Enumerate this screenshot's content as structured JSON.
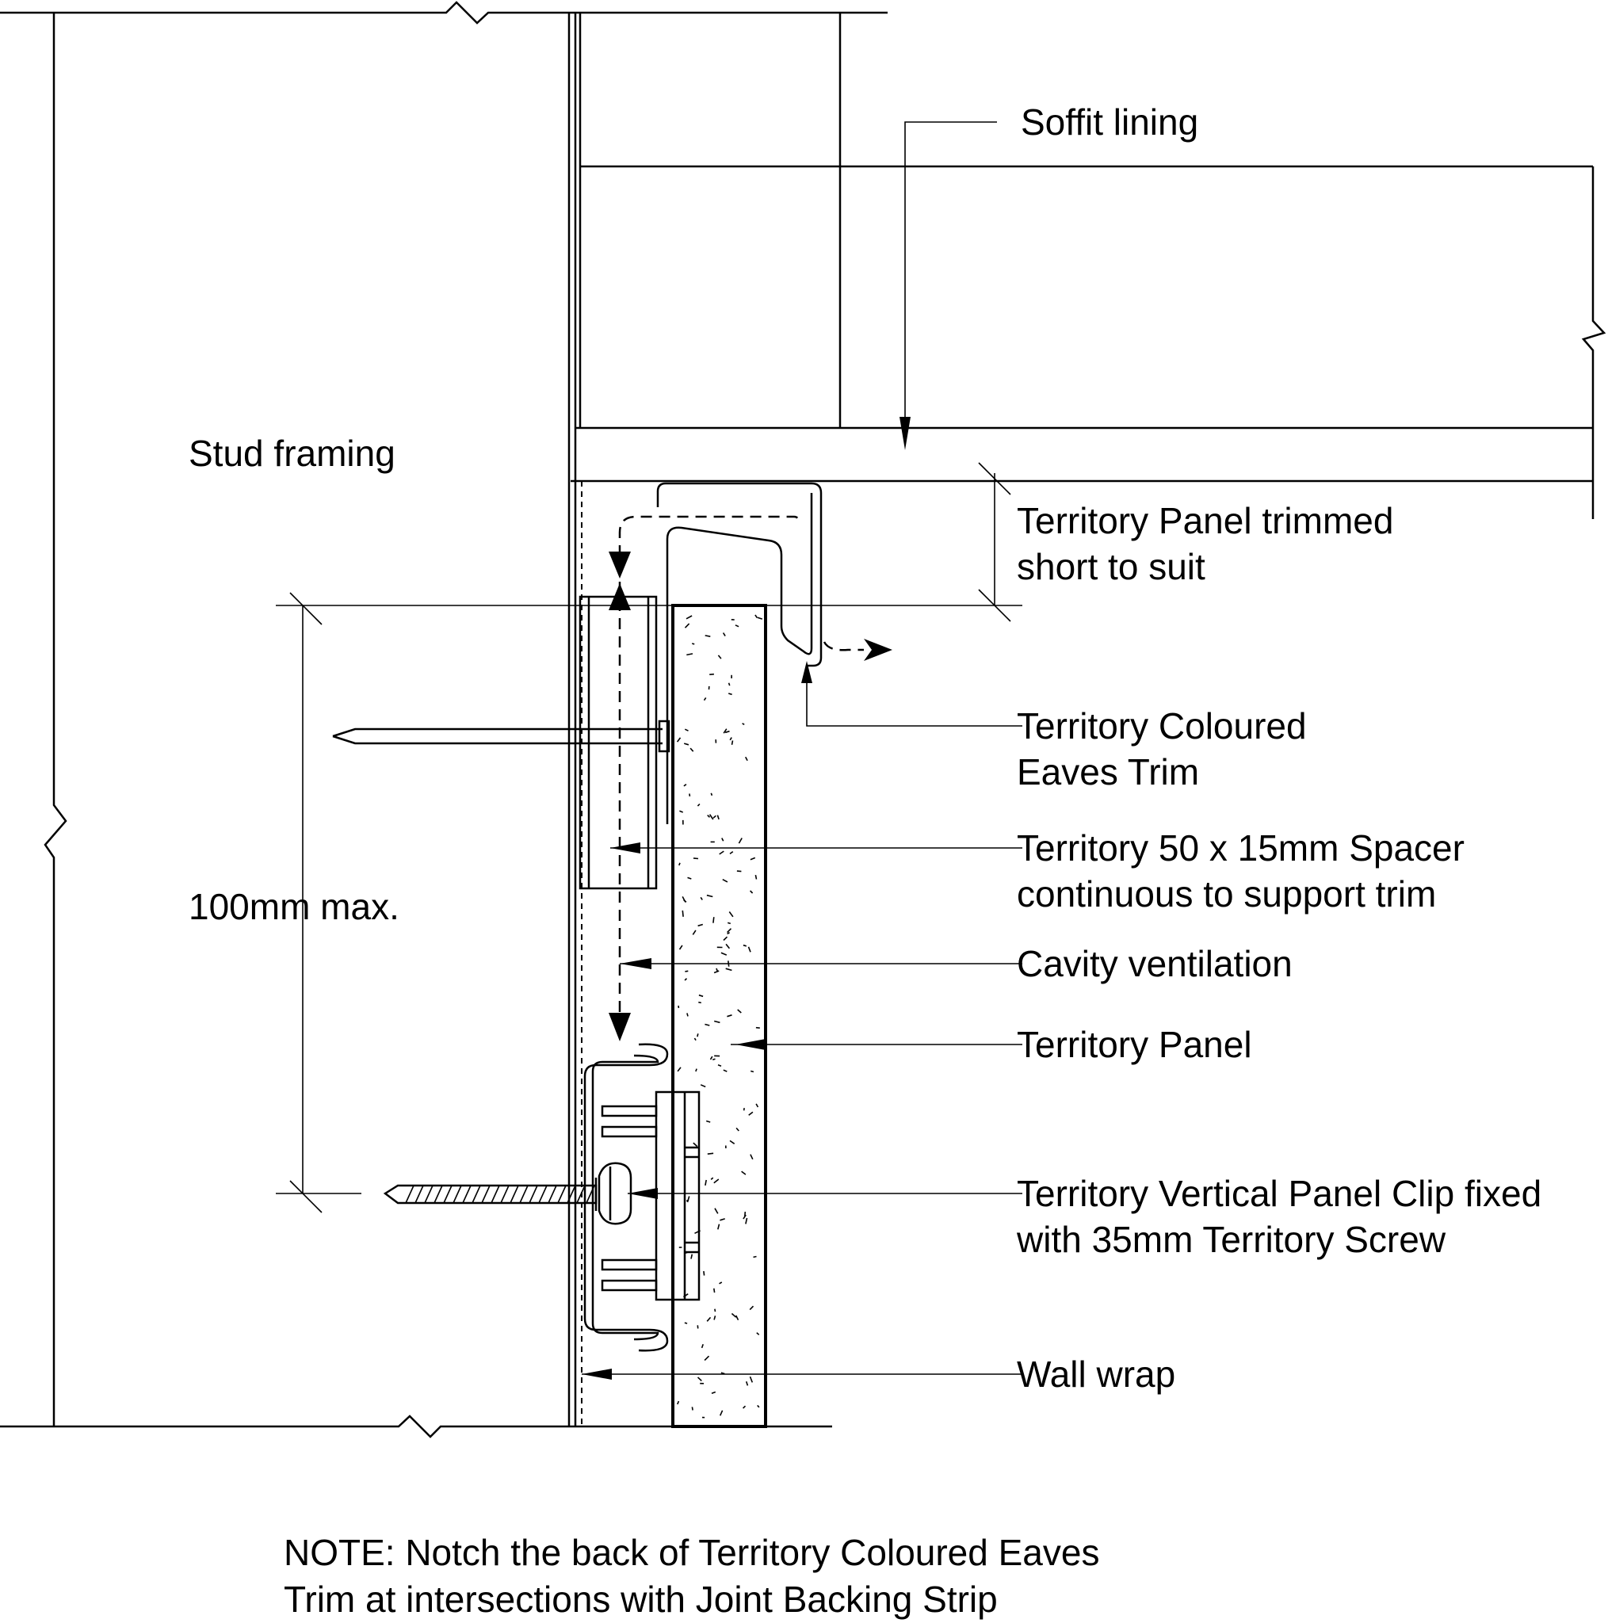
{
  "labels": {
    "stud_framing": "Stud framing",
    "soffit_lining": "Soffit lining",
    "panel_trimmed_1": "Territory Panel trimmed",
    "panel_trimmed_2": "short to suit",
    "eaves_trim_1": "Territory Coloured",
    "eaves_trim_2": "Eaves Trim",
    "spacer_1": "Territory 50 x 15mm Spacer",
    "spacer_2": "continuous to support trim",
    "cavity_ventilation": "Cavity ventilation",
    "territory_panel": "Territory Panel",
    "panel_clip_1": "Territory Vertical Panel Clip fixed",
    "panel_clip_2": "with 35mm Territory Screw",
    "wall_wrap": "Wall wrap",
    "dimension": "100mm max."
  },
  "note": {
    "line1": "NOTE: Notch the back of Territory Coloured Eaves",
    "line2": "Trim at intersections with Joint Backing Strip"
  }
}
